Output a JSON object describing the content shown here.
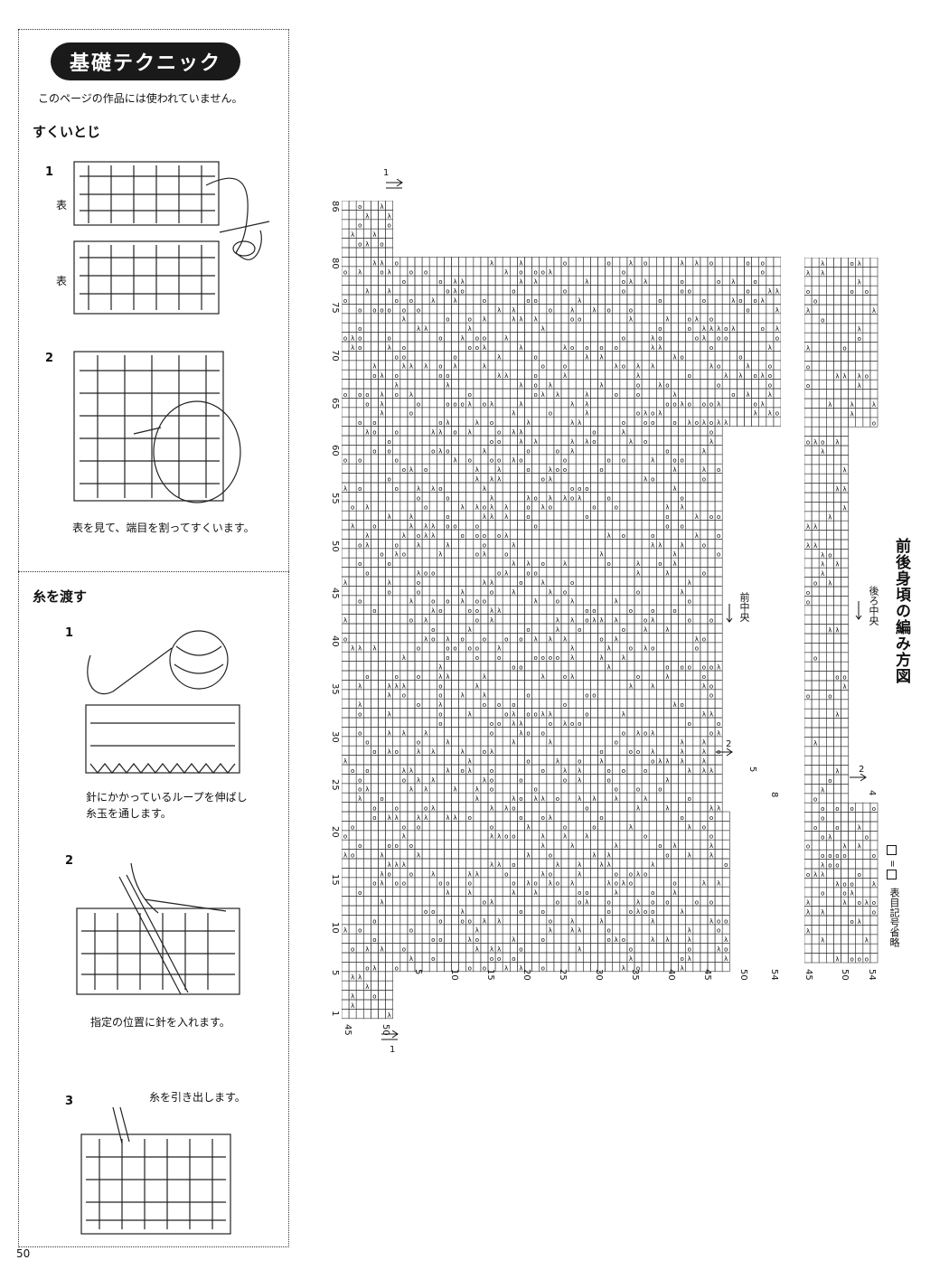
{
  "left_panel": {
    "badge": "基礎テクニック",
    "note": "このページの作品には使われていません。",
    "sukui_toji": {
      "heading": "すくいとじ",
      "step1": {
        "num": "1",
        "label_top": "表",
        "label_bottom": "表"
      },
      "step2": {
        "num": "2",
        "caption": "表を見て、端目を割ってすくいます。"
      }
    },
    "ito_wo_watasu": {
      "heading": "糸を渡す",
      "step1": {
        "num": "1",
        "caption_line1": "針にかかっているループを伸ばし",
        "caption_line2": "糸玉を通します。"
      },
      "step2": {
        "num": "2",
        "caption": "指定の位置に針を入れます。"
      },
      "step3": {
        "num": "3",
        "caption": "糸を引き出します。"
      }
    }
  },
  "page_number": "50",
  "main_chart": {
    "row_labels": [
      "1",
      "5",
      "10",
      "15",
      "20",
      "25",
      "30",
      "35",
      "40",
      "45",
      "50",
      "55",
      "60",
      "65",
      "70",
      "75",
      "80",
      "86"
    ],
    "col_labels": [
      "5",
      "10",
      "15",
      "20",
      "25",
      "30",
      "35",
      "40",
      "45",
      "50",
      "54"
    ],
    "bottom_left_label": "45",
    "bottom_mid_label": "50",
    "step_label_50": "5",
    "step_label_54": "8",
    "arrow_top": "1",
    "arrow_bottom": "1",
    "arrow_mid": "2",
    "center_label": "前中央"
  },
  "side_chart": {
    "col_labels": [
      "45",
      "50",
      "54"
    ],
    "step_label": "4",
    "arrow_mid": "2",
    "center_label": "後ろ中央"
  },
  "chart_title": "前後身頃の編み方図",
  "legend": {
    "text": "表目記号省略",
    "equals": "="
  }
}
